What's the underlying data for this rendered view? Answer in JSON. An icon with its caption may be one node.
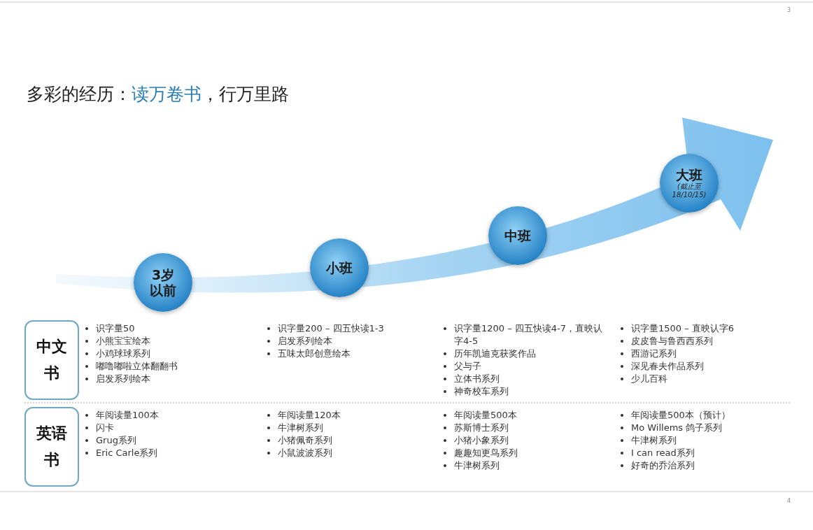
{
  "diagram": {
    "title": "多彩的经历：**读万卷书**，行万里路",
    "nodes": [
      {
        "text": [
          "3岁以前"
        ]
      },
      {
        "text": [
          "小班"
        ]
      },
      {
        "text": [
          "中班"
        ]
      },
      {
        "text": [
          "大班",
          "(截止至18/10/15)"
        ]
      },
      {
        "text": [
          "中文书"
        ]
      },
      {
        "text": [
          "英语书"
        ]
      }
    ],
    "labels": [
      "3",
      "识字量50",
      "小熊宝宝绘本",
      "小鸡球球系列",
      "嘟噜嘟啦立体翻翻书",
      "启发系列绘本",
      "识字量200 – 四五快读1-3",
      "启发系列绘本",
      "五味太郎创意绘本",
      "识字量1200 – 四五快读4-7，直映认字4-5",
      "历年凯迪克获奖作品",
      "父与子",
      "立体书系列",
      "神奇校车系列",
      "识字量1500 – 直映认字6",
      "皮皮鲁与鲁西西系列",
      "西游记系列",
      "深见春夫作品系列",
      "少儿百科",
      "年阅读量100本",
      "闪卡",
      "Grug系列",
      "Eric Carle系列",
      "年阅读量120本",
      "牛津树系列",
      "小猪佩奇系列",
      "小鼠波波系列",
      "年阅读量500本",
      "苏斯博士系列",
      "小猪小象系列",
      "趣趣知更鸟系列",
      "牛津树系列",
      "年阅读量500本（预计）",
      "Mo Willems 鸽子系列",
      "牛津树系列",
      "I can read系列",
      "好奇的乔治系列",
      "4"
    ]
  }
}
